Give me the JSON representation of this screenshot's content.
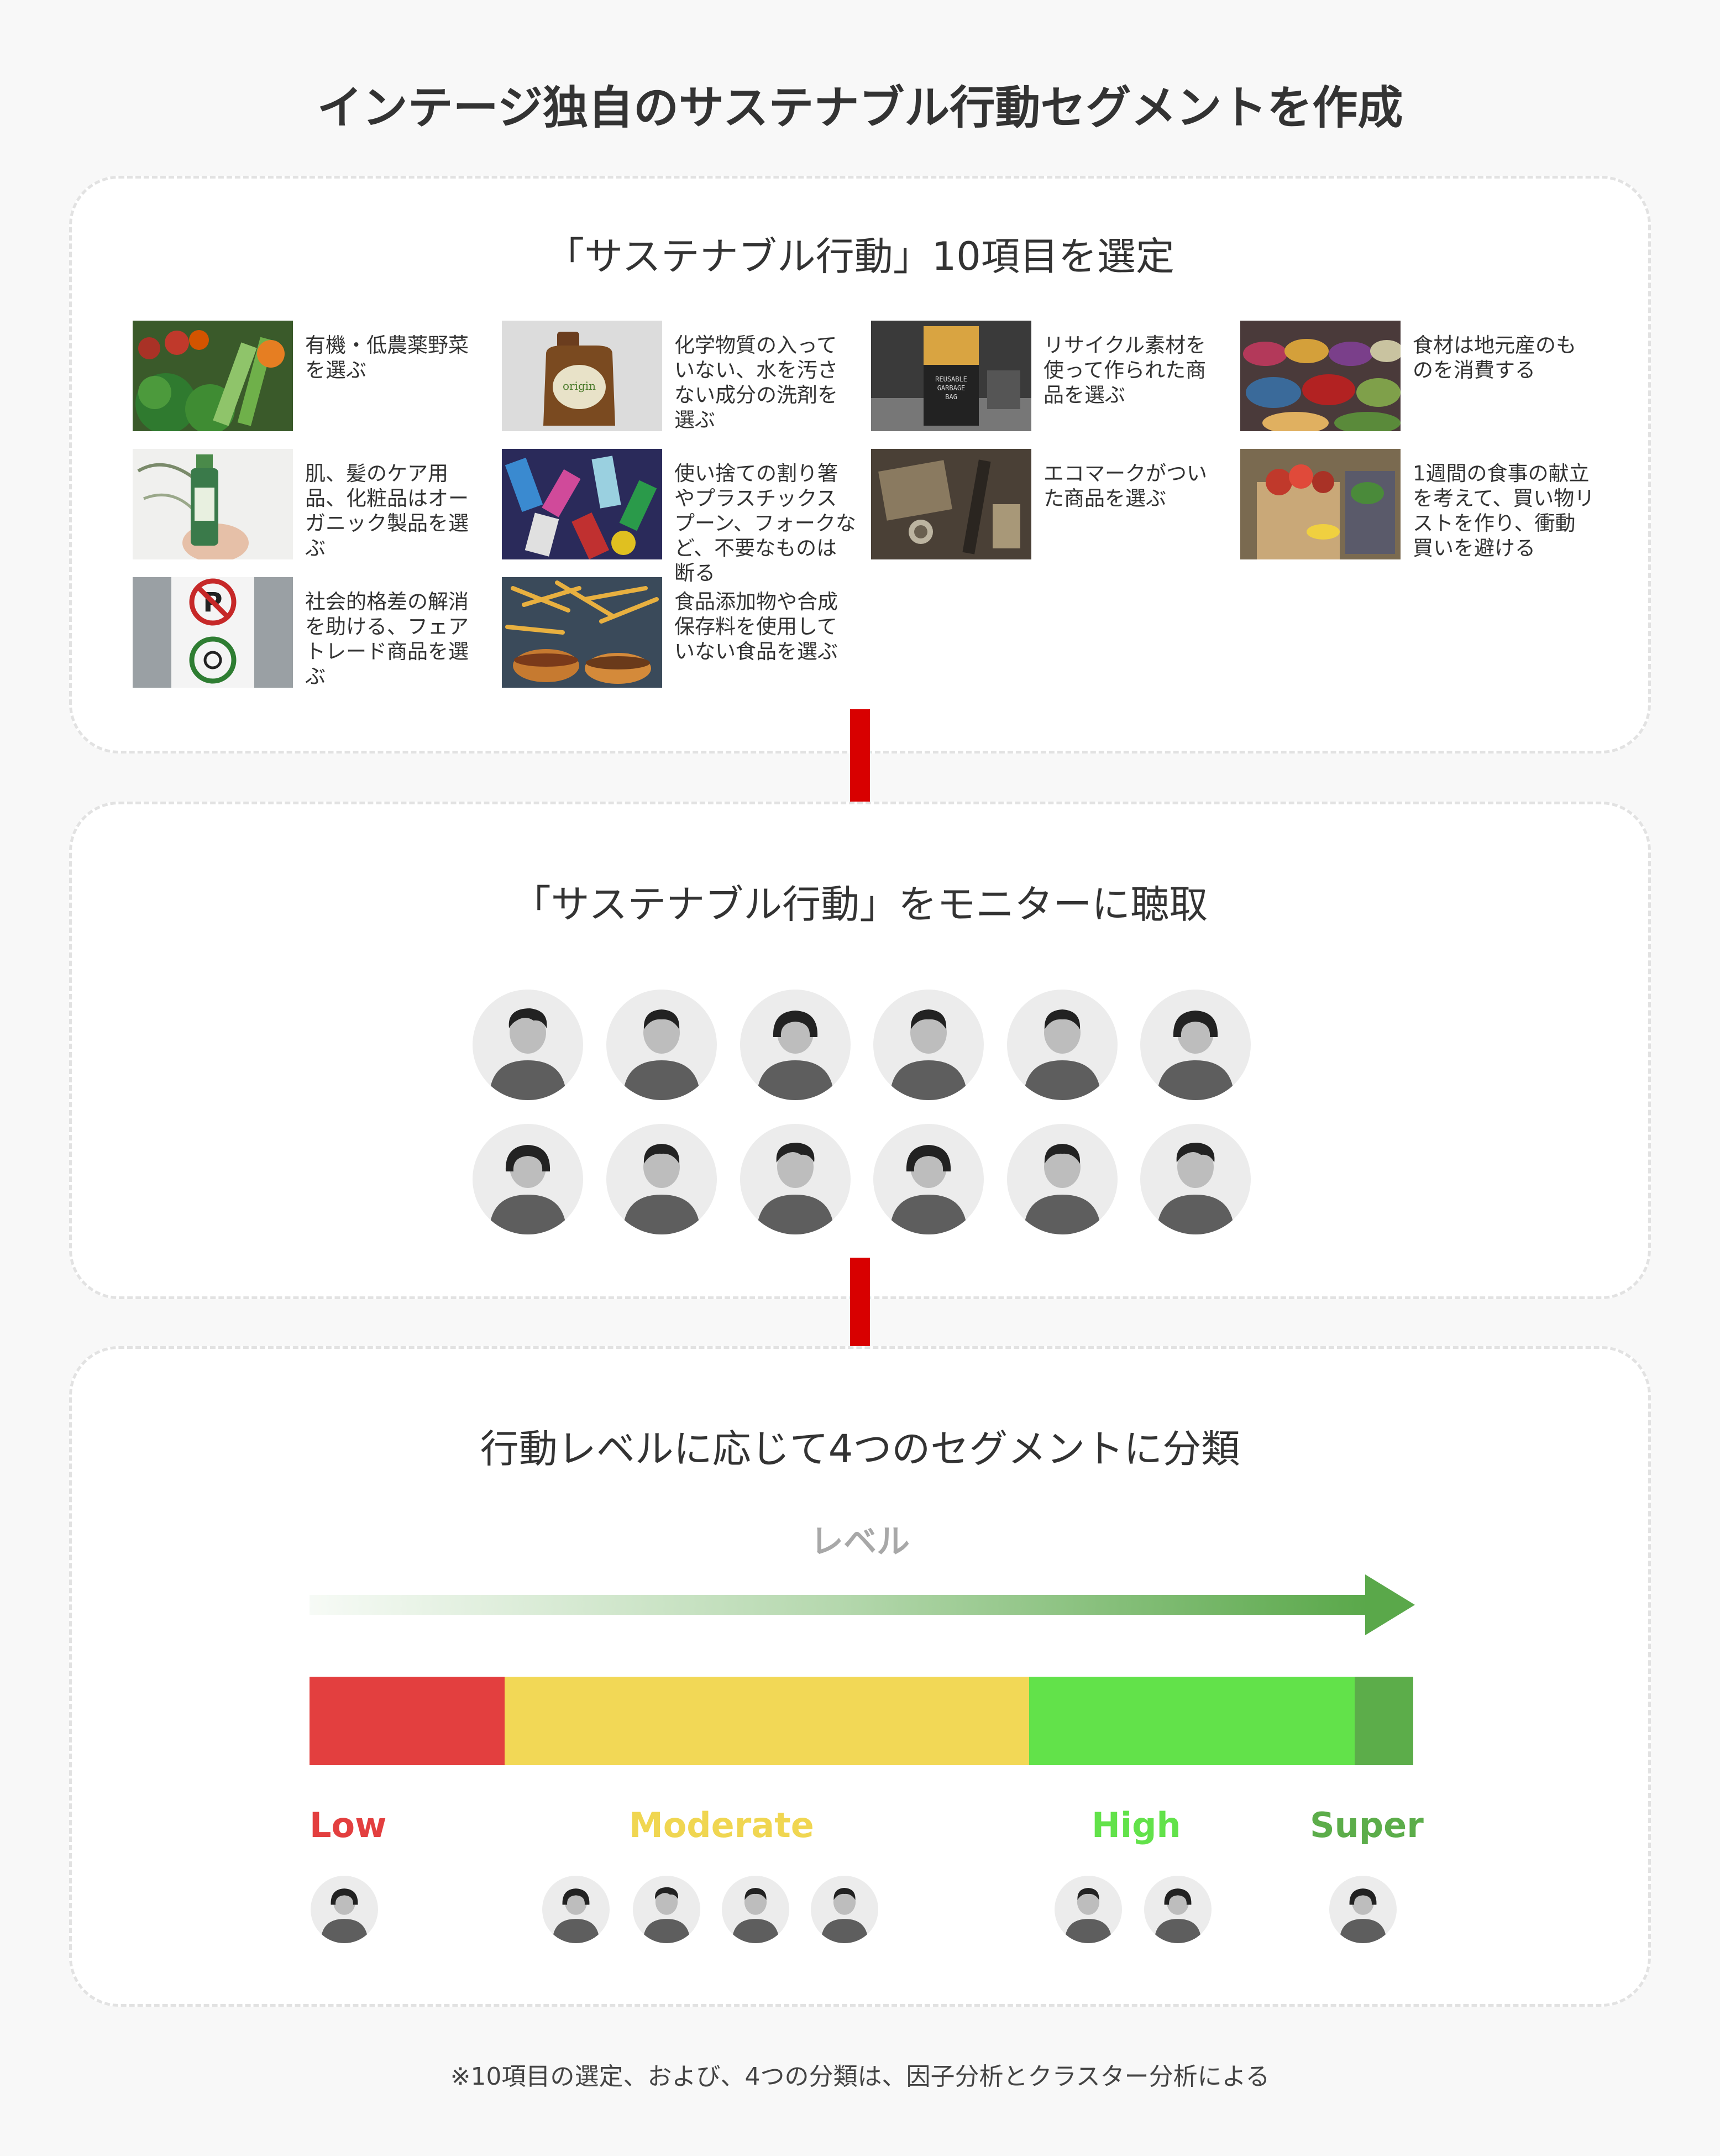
{
  "title": "インテージ独自のサステナブル行動セグメントを作成",
  "step1": {
    "title": "「サステナブル行動」10項目を選定",
    "items": [
      {
        "text": "有機・低農薬野菜を選ぶ",
        "icon": "vegetables-photo"
      },
      {
        "text": "化学物質の入っていない、水を汚さない成分の洗剤を選ぶ",
        "icon": "detergent-bottle-photo"
      },
      {
        "text": "リサイクル素材を使って作られた商品を選ぶ",
        "icon": "reusable-garbage-bag-photo"
      },
      {
        "text": "食材は地元産のものを消費する",
        "icon": "local-market-photo"
      },
      {
        "text": "肌、髪のケア用品、化粧品はオーガニック製品を選ぶ",
        "icon": "organic-cosmetics-photo"
      },
      {
        "text": "使い捨ての割り箸やプラスチックスプーン、フォークなど、不要なものは断る",
        "icon": "plastic-waste-photo"
      },
      {
        "text": "エコマークがついた商品を選ぶ",
        "icon": "eco-products-photo"
      },
      {
        "text": "1週間の食事の献立を考えて、買い物リストを作り、衝動買いを避ける",
        "icon": "grocery-bag-photo"
      },
      {
        "text": "社会的格差の解消を助ける、フェアトレード商品を選ぶ",
        "icon": "signage-photo"
      },
      {
        "text": "食品添加物や合成保存料を使用していない食品を選ぶ",
        "icon": "fast-food-photo"
      }
    ],
    "thumb_text": {
      "garbage_bag": "REUSABLE GARBAGE BAG"
    }
  },
  "step2": {
    "title": "「サステナブル行動」をモニターに聴取",
    "monitor_count": 12
  },
  "step3": {
    "title": "行動レベルに応じて4つのセグメントに分類",
    "level_label": "レベル",
    "segments": [
      {
        "name": "Low",
        "color": "#e33f3f",
        "label_color": "#e33f3f",
        "share": 0.177
      },
      {
        "name": "Moderate",
        "color": "#f2d856",
        "label_color": "#f0d651",
        "share": 0.475
      },
      {
        "name": "High",
        "color": "#62e24a",
        "label_color": "#62e24a",
        "share": 0.295
      },
      {
        "name": "Super",
        "color": "#5cad4a",
        "label_color": "#5cad4a",
        "share": 0.053
      }
    ],
    "segment_people": {
      "Low": 1,
      "Moderate": 4,
      "High": 2,
      "Super": 1
    }
  },
  "footnote": "※10項目の選定、および、4つの分類は、因子分析とクラスター分析による",
  "colors": {
    "arrow_red": "#d80000",
    "level_arrow": "#5aa84a",
    "avatar_bg": "#ececec",
    "avatar_dark": "#5e5e5e",
    "avatar_face": "#bdbdbd",
    "hair": "#222222"
  }
}
